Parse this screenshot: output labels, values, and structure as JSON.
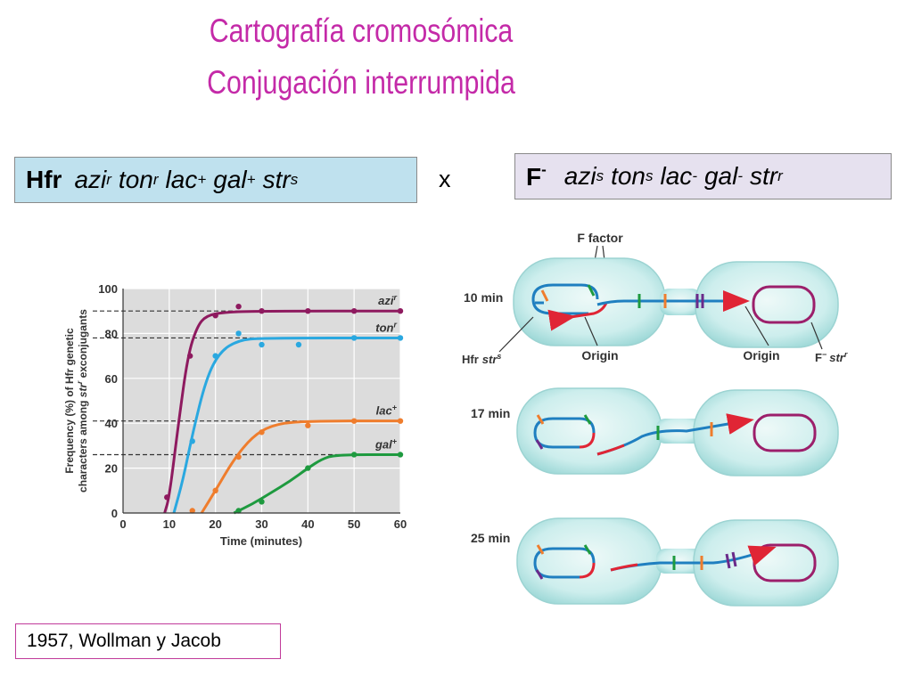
{
  "slide": {
    "title_line1": "Cartografía cromosómica",
    "title_line2": "Conjugación interrumpida",
    "cross_symbol": "x",
    "citation": "1957, Wollman y Jacob"
  },
  "hfr_genotype": {
    "strain": "Hfr",
    "genes": [
      {
        "name": "azi",
        "sup": "r"
      },
      {
        "name": "ton",
        "sup": "r"
      },
      {
        "name": "lac",
        "sup": "+"
      },
      {
        "name": "gal",
        "sup": "+"
      },
      {
        "name": "str",
        "sup": "s"
      }
    ]
  },
  "fminus_genotype": {
    "strain": "F",
    "strain_sup": "-",
    "genes": [
      {
        "name": "azi",
        "sup": "s"
      },
      {
        "name": "ton",
        "sup": "s"
      },
      {
        "name": "lac",
        "sup": "-"
      },
      {
        "name": "gal",
        "sup": "-"
      },
      {
        "name": "str",
        "sup": "r"
      }
    ]
  },
  "chart_data": {
    "type": "line",
    "xlabel": "Time (minutes)",
    "ylabel_line1": "Frequency (%) of Hfr genetic",
    "ylabel_line2_pre": "characters among ",
    "ylabel_line2_italic": "str",
    "ylabel_line2_sup": "r",
    "ylabel_line2_post": " exconjugants",
    "xlim": [
      0,
      60
    ],
    "ylim": [
      0,
      100
    ],
    "xticks": [
      0,
      10,
      20,
      30,
      40,
      50,
      60
    ],
    "yticks": [
      0,
      20,
      40,
      60,
      80,
      100
    ],
    "grid": true,
    "series": [
      {
        "name": "azi",
        "sup": "r",
        "color": "#8e1a5f",
        "plateau": 90,
        "curve": [
          [
            9,
            0
          ],
          [
            10,
            7
          ],
          [
            12,
            40
          ],
          [
            14,
            70
          ],
          [
            16,
            83
          ],
          [
            18,
            88
          ],
          [
            22,
            89.5
          ],
          [
            30,
            90
          ],
          [
            60,
            90
          ]
        ],
        "points": [
          [
            9.5,
            7
          ],
          [
            14.5,
            70
          ],
          [
            20,
            88
          ],
          [
            25,
            92
          ],
          [
            30,
            90
          ],
          [
            40,
            90
          ],
          [
            50,
            90
          ],
          [
            60,
            90
          ]
        ]
      },
      {
        "name": "ton",
        "sup": "r",
        "color": "#2aa8e0",
        "plateau": 78,
        "curve": [
          [
            11,
            0
          ],
          [
            13,
            15
          ],
          [
            15,
            35
          ],
          [
            18,
            60
          ],
          [
            21,
            72
          ],
          [
            25,
            77
          ],
          [
            30,
            78
          ],
          [
            60,
            78
          ]
        ],
        "points": [
          [
            15,
            32
          ],
          [
            20,
            70
          ],
          [
            25,
            80
          ],
          [
            30,
            75
          ],
          [
            38,
            75
          ],
          [
            50,
            78
          ],
          [
            60,
            78
          ]
        ]
      },
      {
        "name": "lac",
        "sup": "+",
        "color": "#ef7d2d",
        "plateau": 41,
        "curve": [
          [
            17,
            0
          ],
          [
            20,
            10
          ],
          [
            24,
            24
          ],
          [
            28,
            34
          ],
          [
            32,
            39
          ],
          [
            38,
            41
          ],
          [
            60,
            41
          ]
        ],
        "points": [
          [
            15,
            1
          ],
          [
            20,
            10
          ],
          [
            25,
            25
          ],
          [
            30,
            36
          ],
          [
            40,
            39
          ],
          [
            50,
            41
          ],
          [
            60,
            41
          ]
        ]
      },
      {
        "name": "gal",
        "sup": "+",
        "color": "#1e9a3f",
        "plateau": 26,
        "curve": [
          [
            24,
            0
          ],
          [
            28,
            4
          ],
          [
            32,
            9
          ],
          [
            36,
            14
          ],
          [
            40,
            20
          ],
          [
            43,
            24
          ],
          [
            46,
            26
          ],
          [
            60,
            26
          ]
        ],
        "points": [
          [
            25,
            1
          ],
          [
            30,
            5
          ],
          [
            40,
            20
          ],
          [
            50,
            26
          ],
          [
            60,
            26
          ]
        ]
      }
    ]
  },
  "diagram": {
    "f_factor_label": "F factor",
    "origin_label": "Origin",
    "hfr_label": "Hfr",
    "hfr_label_italic": "str",
    "hfr_label_sup": "s",
    "fminus_label": "F",
    "fminus_label_sup": "−",
    "fminus_label_italic": "str",
    "fminus_label_sup2": "r",
    "time_labels": [
      "10 min",
      "17 min",
      "25 min"
    ],
    "colors": {
      "dna": "#1f7fc0",
      "origin": "#e02535",
      "fminus_chromosome": "#9c1f6b",
      "azi": "#ef7d2d",
      "ton": "#1e9a3f",
      "lac": "#ef7d2d",
      "gal": "#1e9a3f",
      "str": "#6a2a8a"
    }
  }
}
